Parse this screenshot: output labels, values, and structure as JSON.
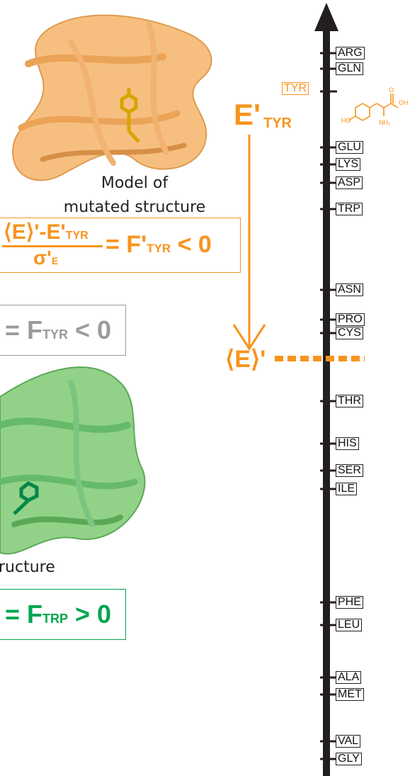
{
  "axis": {
    "residues": [
      "ARG",
      "GLN",
      "TYR",
      "GLU",
      "LYS",
      "ASP",
      "TRP",
      "ASN",
      "PRO",
      "CYS",
      "THR",
      "HIS",
      "SER",
      "ILE",
      "PHE",
      "LEU",
      "ALA",
      "MET",
      "VAL",
      "GLY"
    ],
    "highlight": "TYR",
    "mean_label": "⟨E⟩'"
  },
  "mutated": {
    "caption_line1": "Model of",
    "caption_line2": "mutated structure",
    "energy_symbol": "E'",
    "energy_sub": "TYR",
    "formula": {
      "numerator_a": "⟨E⟩'-E'",
      "numerator_sub": "TYR",
      "denominator": "σ'",
      "denominator_sub": "E",
      "result": "= F'",
      "result_sub": "TYR",
      "relation": "< 0"
    }
  },
  "gray_formula": {
    "result": "= F",
    "result_sub": "TYR",
    "relation": "< 0"
  },
  "native": {
    "caption": "ructure",
    "formula": {
      "result": "= F",
      "result_sub": "TRP",
      "relation": "> 0"
    }
  },
  "molecule": {
    "atom_ho": "HO",
    "atom_oh": "OH",
    "atom_o": "O",
    "atom_nh2": "NH₂"
  },
  "colors": {
    "orange": "#F7941D",
    "gray": "#9B9B9B",
    "green": "#00A651",
    "axis": "#231F20"
  }
}
